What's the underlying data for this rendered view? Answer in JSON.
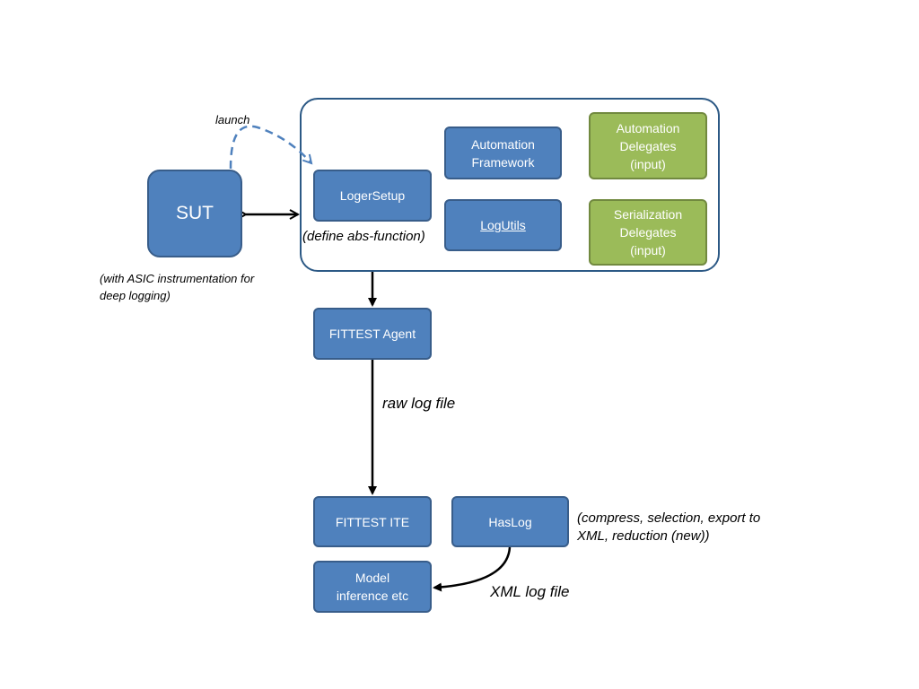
{
  "nodes": {
    "sut": {
      "label": "SUT"
    },
    "loger_setup": {
      "label": "LogerSetup"
    },
    "automation_framework": {
      "label_line1": "Automation",
      "label_line2": "Framework"
    },
    "log_utils": {
      "label": "LogUtils"
    },
    "automation_delegates": {
      "label_line1": "Automation",
      "label_line2": "Delegates",
      "label_line3": "(input)"
    },
    "serialization_delegates": {
      "label_line1": "Serialization",
      "label_line2": "Delegates",
      "label_line3": "(input)"
    },
    "fittest_agent": {
      "label": "FITTEST Agent"
    },
    "fittest_ite": {
      "label": "FITTEST ITE"
    },
    "haslog": {
      "label": "HasLog"
    },
    "model_inference": {
      "label_line1": "Model",
      "label_line2": "inference etc"
    }
  },
  "annotations": {
    "launch": "launch",
    "define_abs": "(define abs-function)",
    "sut_note_line1": "(with ASIC instrumentation for",
    "sut_note_line2": "deep logging)",
    "raw_log": "raw log file",
    "haslog_note_line1": "(compress, selection, export to",
    "haslog_note_line2": "XML, reduction (new))",
    "xml_log": "XML log file"
  },
  "colors": {
    "blue_fill": "#4f81bd",
    "blue_border": "#385d8a",
    "green_fill": "#9bbb59",
    "green_border": "#71893f",
    "container_border": "#2c5985",
    "launch_arrow": "#4f81bd",
    "arrow": "#000000"
  },
  "edges": [
    {
      "from": "sut",
      "to": "loger_setup",
      "style": "bidirectional"
    },
    {
      "from": "sut",
      "to": "loger_setup",
      "style": "dashed",
      "label": "launch"
    },
    {
      "from": "container",
      "to": "fittest_agent",
      "style": "solid"
    },
    {
      "from": "fittest_agent",
      "to": "fittest_ite",
      "style": "solid",
      "label": "raw log file"
    },
    {
      "from": "haslog",
      "to": "model_inference",
      "style": "curved",
      "label": "XML log file"
    }
  ]
}
